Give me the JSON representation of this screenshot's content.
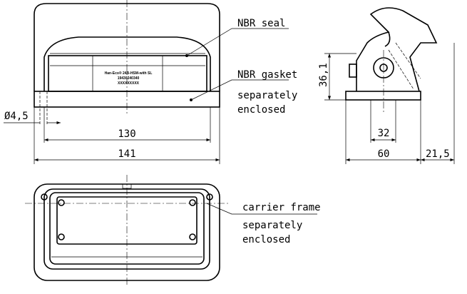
{
  "labels": {
    "nbr_seal": "NBR seal",
    "nbr_gasket": "NBR gasket",
    "separately_1": "separately",
    "enclosed_1": "enclosed",
    "carrier_frame": "carrier frame",
    "separately_2": "separately",
    "enclosed_2": "enclosed"
  },
  "product_marking": [
    "Han-Eco® 24B-HSM-with SL",
    "19430240340",
    "XXXXXXXXX"
  ],
  "dimensions": {
    "hole_dia": "Ø4,5",
    "d130": "130",
    "d141": "141",
    "d36_1": "36,1",
    "d32": "32",
    "d60": "60",
    "d21_5": "21,5"
  }
}
